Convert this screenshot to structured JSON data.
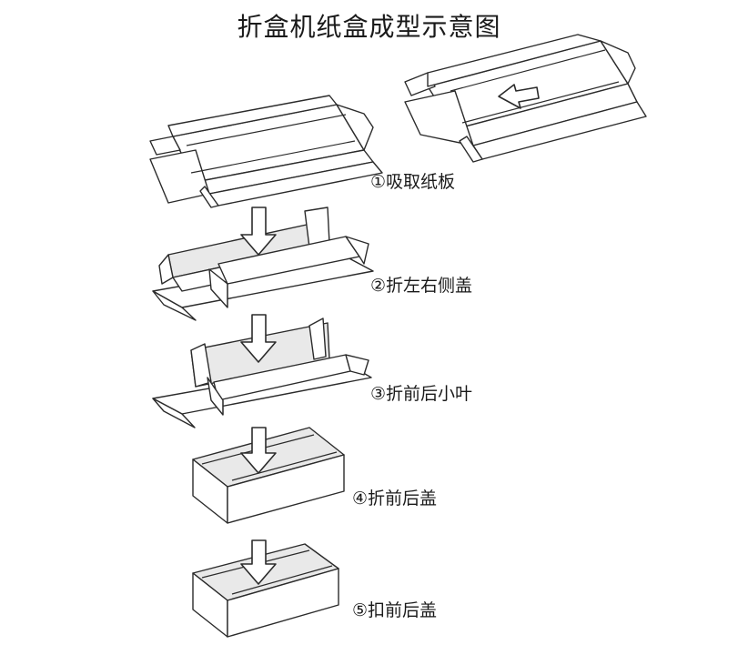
{
  "title": "折盒机纸盒成型示意图",
  "steps": [
    {
      "label": "①吸取纸板"
    },
    {
      "label": "②折左右侧盖"
    },
    {
      "label": "③折前后小叶"
    },
    {
      "label": "④折前后盖"
    },
    {
      "label": "⑤扣前后盖"
    }
  ]
}
